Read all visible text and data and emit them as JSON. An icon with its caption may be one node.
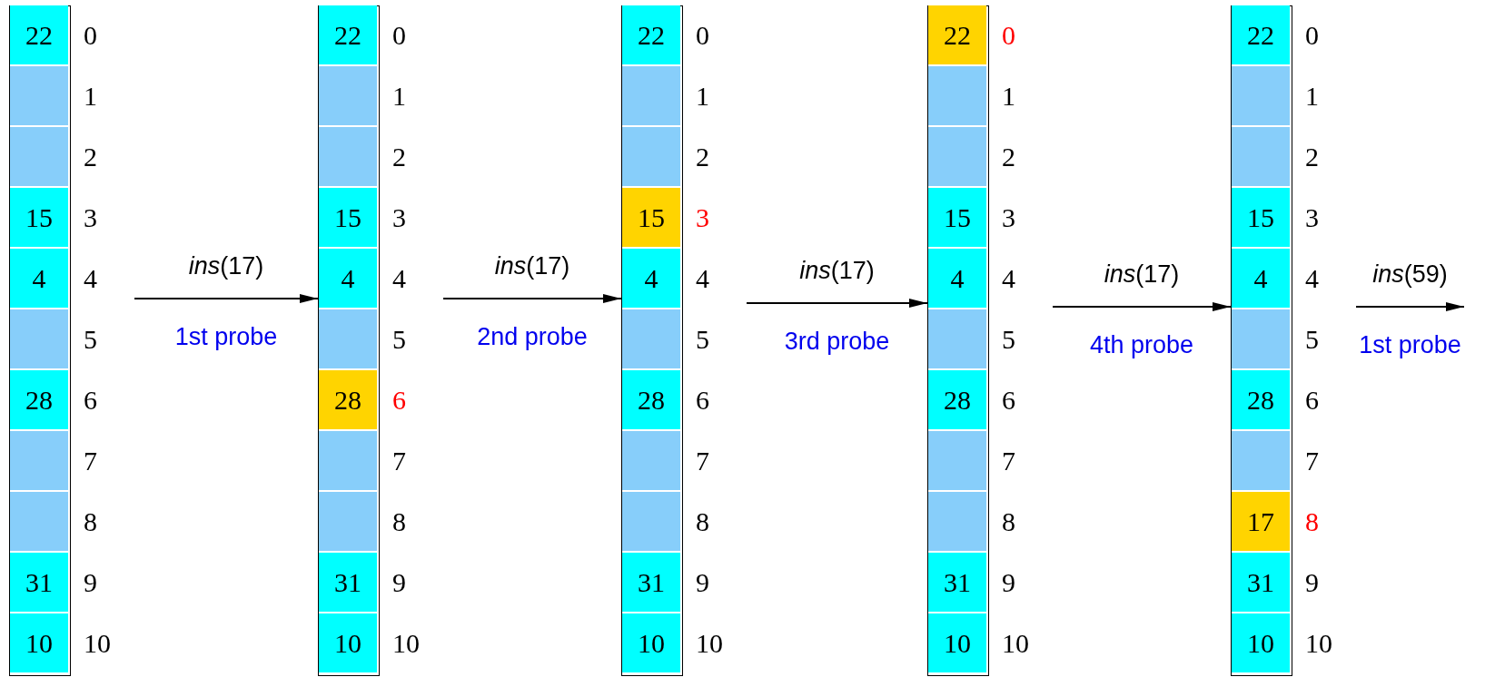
{
  "diagram": {
    "nodes": [
      {
        "text": [],
        "shape": "box"
      },
      {
        "text": [
          "22"
        ],
        "in": 0,
        "beside": [
          "0"
        ]
      },
      {
        "text": [],
        "shape": "box",
        "in": 0,
        "beside": [
          "1"
        ]
      },
      {
        "text": [],
        "shape": "box",
        "in": 0,
        "beside": [
          "2"
        ]
      },
      {
        "text": [
          "15"
        ],
        "in": 0,
        "beside": [
          "3"
        ]
      },
      {
        "text": [
          "4"
        ],
        "in": 0,
        "beside": [
          "4"
        ]
      },
      {
        "text": [],
        "shape": "box",
        "in": 0,
        "beside": [
          "5"
        ]
      },
      {
        "text": [
          "28"
        ],
        "in": 0,
        "beside": [
          "6"
        ]
      },
      {
        "text": [],
        "shape": "box",
        "in": 0,
        "beside": [
          "7"
        ]
      },
      {
        "text": [],
        "shape": "box",
        "in": 0,
        "beside": [
          "8"
        ]
      },
      {
        "text": [
          "31"
        ],
        "in": 0,
        "beside": [
          "9"
        ]
      },
      {
        "text": [
          "10"
        ],
        "in": 0,
        "beside": [
          "10"
        ]
      },
      {
        "text": [],
        "shape": "box"
      },
      {
        "text": [
          "22"
        ],
        "in": 12,
        "beside": [
          "0"
        ]
      },
      {
        "text": [],
        "shape": "box",
        "in": 12,
        "beside": [
          "1"
        ]
      },
      {
        "text": [],
        "shape": "box",
        "in": 12,
        "beside": [
          "2"
        ]
      },
      {
        "text": [
          "15"
        ],
        "in": 12,
        "beside": [
          "3"
        ]
      },
      {
        "text": [
          "4"
        ],
        "in": 12,
        "beside": [
          "4"
        ]
      },
      {
        "text": [],
        "shape": "box",
        "in": 12,
        "beside": [
          "5"
        ]
      },
      {
        "text": [
          "28"
        ],
        "in": 12,
        "beside": [
          "6"
        ]
      },
      {
        "text": [],
        "shape": "box",
        "in": 12,
        "beside": [
          "7"
        ]
      },
      {
        "text": [],
        "shape": "box",
        "in": 12,
        "beside": [
          "8"
        ]
      },
      {
        "text": [
          "31"
        ],
        "in": 12,
        "beside": [
          "9"
        ]
      },
      {
        "text": [
          "10"
        ],
        "in": 12,
        "beside": [
          "10"
        ]
      },
      {
        "text": [],
        "shape": "box"
      },
      {
        "text": [
          "22"
        ],
        "in": 24,
        "beside": [
          "0"
        ]
      },
      {
        "text": [],
        "shape": "box",
        "in": 24,
        "beside": [
          "1"
        ]
      },
      {
        "text": [],
        "shape": "box",
        "in": 24,
        "beside": [
          "2"
        ]
      },
      {
        "text": [
          "15"
        ],
        "in": 24,
        "beside": [
          "3"
        ]
      },
      {
        "text": [
          "4"
        ],
        "in": 24,
        "beside": [
          "4"
        ]
      },
      {
        "text": [],
        "shape": "box",
        "in": 24,
        "beside": [
          "5"
        ]
      },
      {
        "text": [
          "28"
        ],
        "in": 24,
        "beside": [
          "6"
        ]
      },
      {
        "text": [],
        "shape": "box",
        "in": 24,
        "beside": [
          "7"
        ]
      },
      {
        "text": [],
        "shape": "box",
        "in": 24,
        "beside": [
          "8"
        ]
      },
      {
        "text": [
          "31"
        ],
        "in": 24,
        "beside": [
          "9"
        ]
      },
      {
        "text": [
          "10"
        ],
        "in": 24,
        "beside": [
          "10"
        ]
      },
      {
        "text": [],
        "shape": "box"
      },
      {
        "text": [
          "22"
        ],
        "in": 36,
        "beside": [
          "0"
        ]
      },
      {
        "text": [],
        "shape": "box",
        "in": 36,
        "beside": [
          "1"
        ]
      },
      {
        "text": [],
        "shape": "box",
        "in": 36,
        "beside": [
          "2"
        ]
      },
      {
        "text": [
          "15"
        ],
        "in": 36,
        "beside": [
          "3"
        ]
      },
      {
        "text": [
          "4"
        ],
        "in": 36,
        "beside": [
          "4"
        ]
      },
      {
        "text": [],
        "shape": "box",
        "in": 36,
        "beside": [
          "5"
        ]
      },
      {
        "text": [
          "28"
        ],
        "in": 36,
        "beside": [
          "6"
        ]
      },
      {
        "text": [],
        "shape": "box",
        "in": 36,
        "beside": [
          "7"
        ]
      },
      {
        "text": [],
        "shape": "box",
        "in": 36,
        "beside": [
          "8"
        ]
      },
      {
        "text": [
          "31"
        ],
        "in": 36,
        "beside": [
          "9"
        ]
      },
      {
        "text": [
          "10"
        ],
        "in": 36,
        "beside": [
          "10"
        ]
      },
      {
        "text": [],
        "shape": "box"
      },
      {
        "text": [
          "22"
        ],
        "in": 48,
        "beside": [
          "0"
        ]
      },
      {
        "text": [],
        "shape": "box",
        "in": 48,
        "beside": [
          "1"
        ]
      },
      {
        "text": [],
        "shape": "box",
        "in": 48,
        "beside": [
          "2"
        ]
      },
      {
        "text": [
          "15"
        ],
        "in": 48,
        "beside": [
          "3"
        ]
      },
      {
        "text": [
          "4"
        ],
        "in": 48,
        "beside": [
          "4"
        ]
      },
      {
        "text": [],
        "shape": "box",
        "in": 48,
        "beside": [
          "5"
        ]
      },
      {
        "text": [
          "28"
        ],
        "in": 48,
        "beside": [
          "6"
        ]
      },
      {
        "text": [],
        "shape": "box",
        "in": 48,
        "beside": [
          "7"
        ]
      },
      {
        "text": [
          "17"
        ],
        "in": 48,
        "beside": [
          "8"
        ]
      },
      {
        "text": [
          "31"
        ],
        "in": 48,
        "beside": [
          "9"
        ]
      },
      {
        "text": [
          "10"
        ],
        "in": 48,
        "beside": [
          "10"
        ]
      }
    ],
    "edges": [
      {
        "from": 0,
        "to": 12,
        "arrow": "to",
        "label": "*ins*(17)"
      },
      {
        "from": 12,
        "to": 24,
        "arrow": "to",
        "label": "*ins*(17)"
      },
      {
        "from": 24,
        "to": 36,
        "arrow": "to",
        "label": "*ins*(17)"
      },
      {
        "from": 36,
        "to": 48,
        "arrow": "to",
        "label": "*ins*(17)"
      },
      {
        "from": 48,
        "to": null,
        "arrow": "to",
        "label": "*ins*(59)"
      }
    ],
    "labels": [
      "1st probe",
      "2nd probe",
      "3rd probe",
      "4th probe",
      "1st probe"
    ]
  }
}
